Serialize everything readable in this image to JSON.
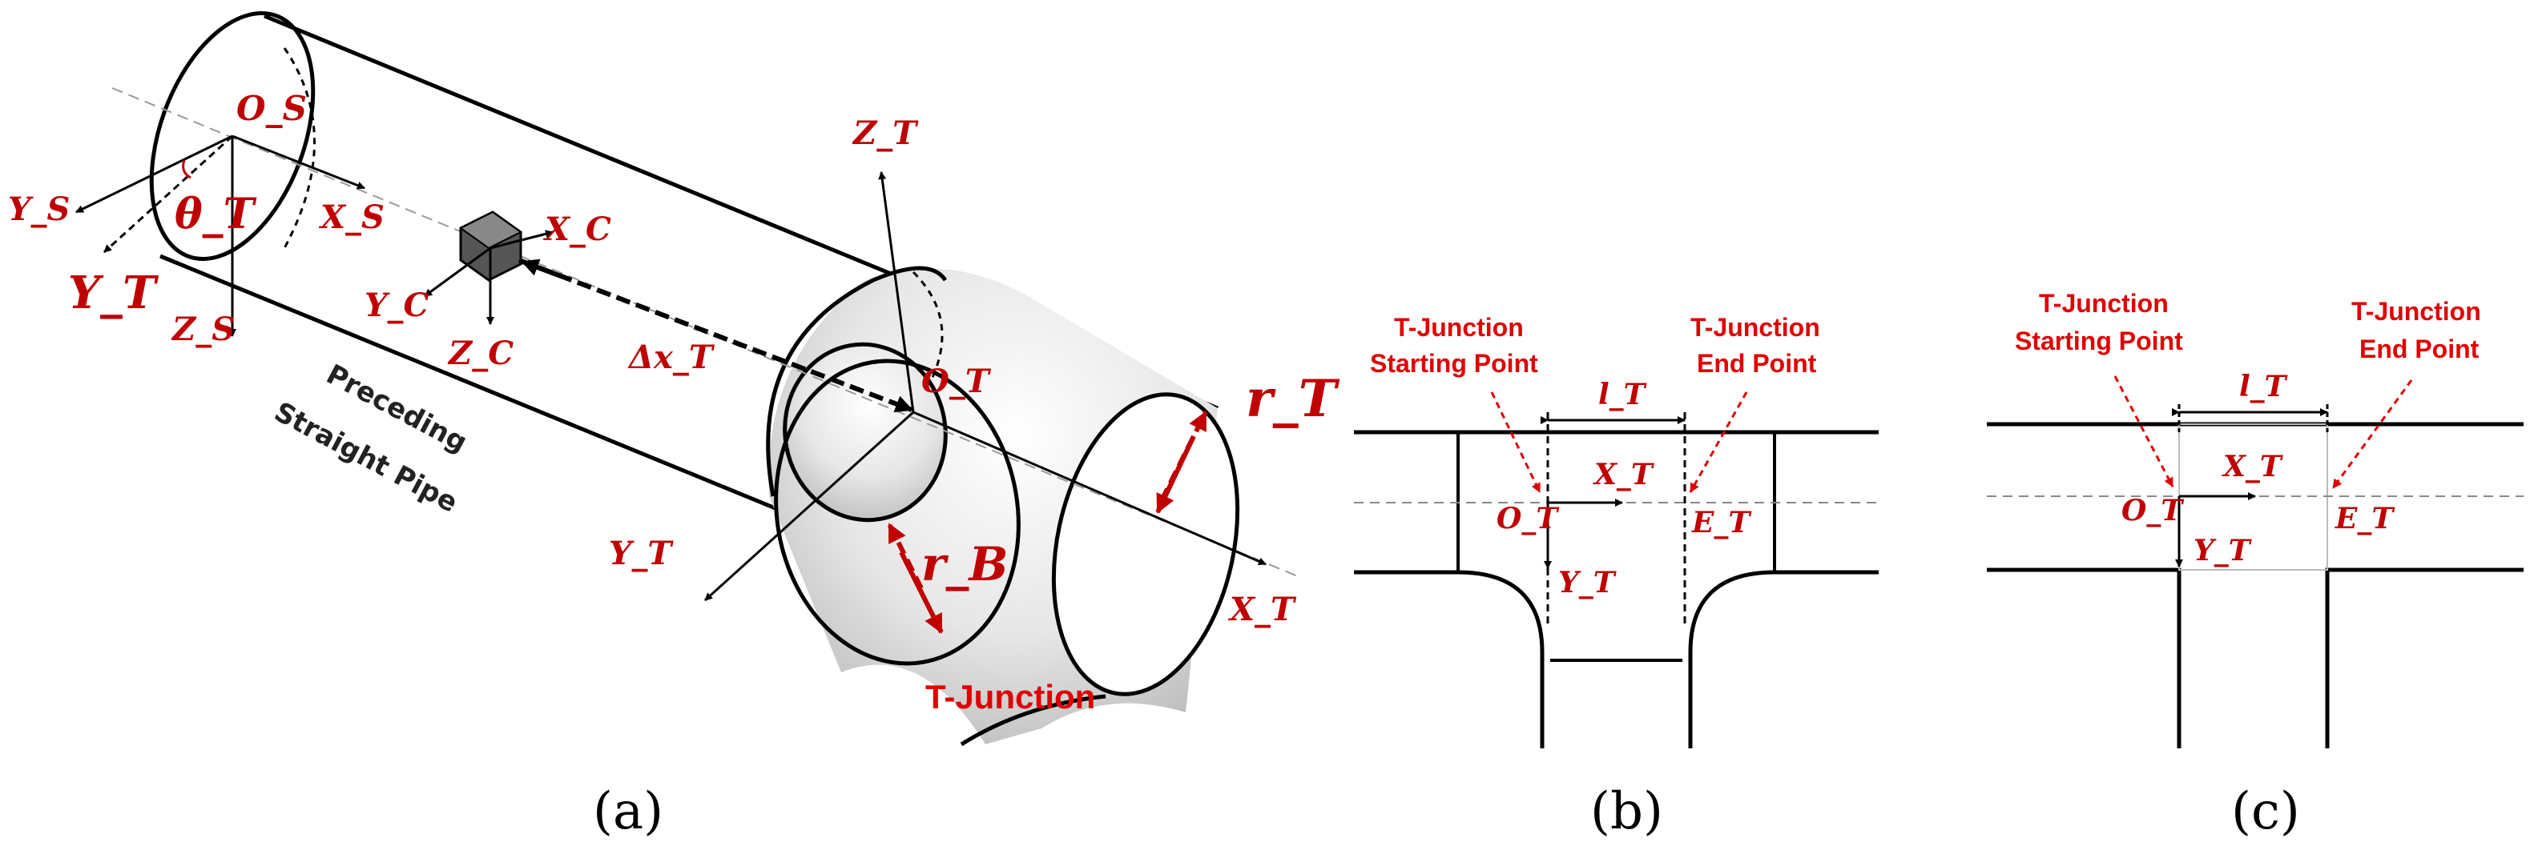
{
  "colors": {
    "label_red": "#c00000",
    "annot_red": "#e00000",
    "line": "#000000"
  },
  "panel_a": {
    "caption": "(a)",
    "origin_s": "O_S",
    "axis_ys": "Y_S",
    "axis_xs": "X_S",
    "axis_zs": "Z_S",
    "angle": "θ_T",
    "axis_yt_dashed": "Y_T",
    "axis_xc": "X_C",
    "axis_yc": "Y_C",
    "axis_zc": "Z_C",
    "delta": "Δx_T",
    "axis_zt": "Z_T",
    "origin_t": "O_T",
    "axis_yt": "Y_T",
    "axis_xt": "X_T",
    "radius_t": "r_T",
    "radius_b": "r_B",
    "pipe_label_1": "Preceding",
    "pipe_label_2": "Straight Pipe",
    "junction_label": "T-Junction"
  },
  "panel_b": {
    "caption": "(b)",
    "start_1": "T-Junction",
    "start_2": "Starting Point",
    "end_1": "T-Junction",
    "end_2": "End Point",
    "length": "l_T",
    "axis_xt": "X_T",
    "origin_t": "O_T",
    "end_t": "E_T",
    "axis_yt": "Y_T"
  },
  "panel_c": {
    "caption": "(c)",
    "start_1": "T-Junction",
    "start_2": "Starting Point",
    "end_1": "T-Junction",
    "end_2": "End Point",
    "length": "l_T",
    "axis_xt": "X_T",
    "origin_t": "O_T",
    "end_t": "E_T",
    "axis_yt": "Y_T"
  }
}
